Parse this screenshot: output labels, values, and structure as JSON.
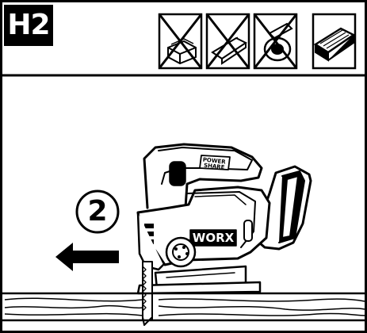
{
  "header": {
    "step_label": "H2",
    "material_icons": [
      {
        "name": "wood-block-crossed-icon",
        "crossed": true
      },
      {
        "name": "plank-crossed-icon",
        "crossed": true
      },
      {
        "name": "metal-disc-crossed-icon",
        "crossed": true
      },
      {
        "name": "wood-plank-allowed-icon",
        "crossed": false
      }
    ]
  },
  "illustration": {
    "step_number": "2",
    "brand_text": "WORX",
    "badge_text": "POWER SHARE",
    "arrow_direction": "left"
  },
  "colors": {
    "ink": "#000000",
    "paper": "#ffffff"
  }
}
